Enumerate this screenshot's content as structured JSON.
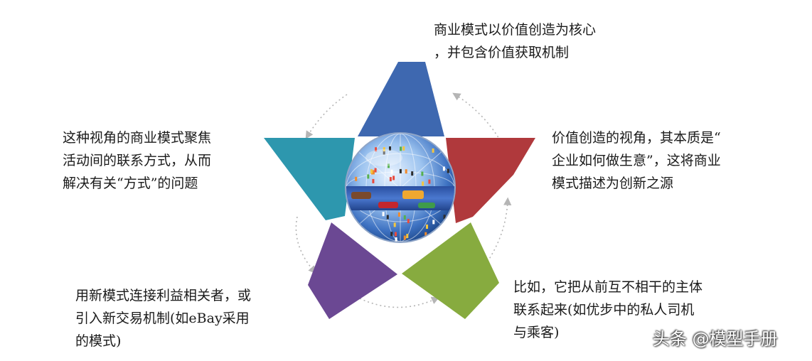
{
  "diagram": {
    "colors": {
      "top": "#3e68b0",
      "right": "#b0393c",
      "bottom_right": "#87ab3f",
      "bottom_left": "#6b4893",
      "left": "#2d97ae",
      "ring_arrows": "#b5b5b5"
    },
    "center_image": "globe-of-connected-people-icon",
    "notes": {
      "top": [
        "商业模式以价值创造为核心",
        "，并包含价值获取机制"
      ],
      "right": [
        "价值创造的视角，其本质是“",
        "企业如何做生意”，这将商业",
        "模式描述为创新之源"
      ],
      "left": [
        "这种视角的商业模式聚焦",
        "活动间的联系方式，从而",
        "解决有关“方式”的问题"
      ],
      "bottom_left": [
        "用新模式连接利益相关者，或",
        "引入新交易机制(如eBay采用",
        "的模式)"
      ],
      "bottom_right": [
        "比如，它把从前互不相干的主体",
        "联系起来(如优步中的私人司机",
        "与乘客)"
      ]
    }
  },
  "watermark": "头条 @模型手册"
}
